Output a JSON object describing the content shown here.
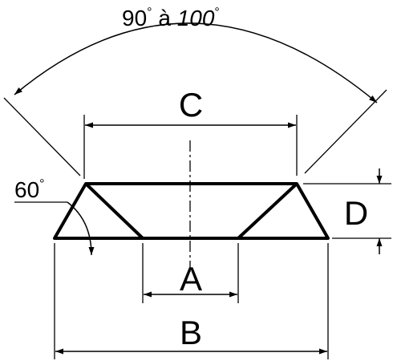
{
  "angle_label": {
    "prefix": "90",
    "deg1": "°",
    "word": " à ",
    "number": "100",
    "deg2": "°"
  },
  "small_angle_label": {
    "value": "60",
    "deg": "°"
  },
  "dimensions": {
    "A": "A",
    "B": "B",
    "C": "C",
    "D": "D"
  },
  "colors": {
    "line": "#000000",
    "background": "#ffffff"
  }
}
